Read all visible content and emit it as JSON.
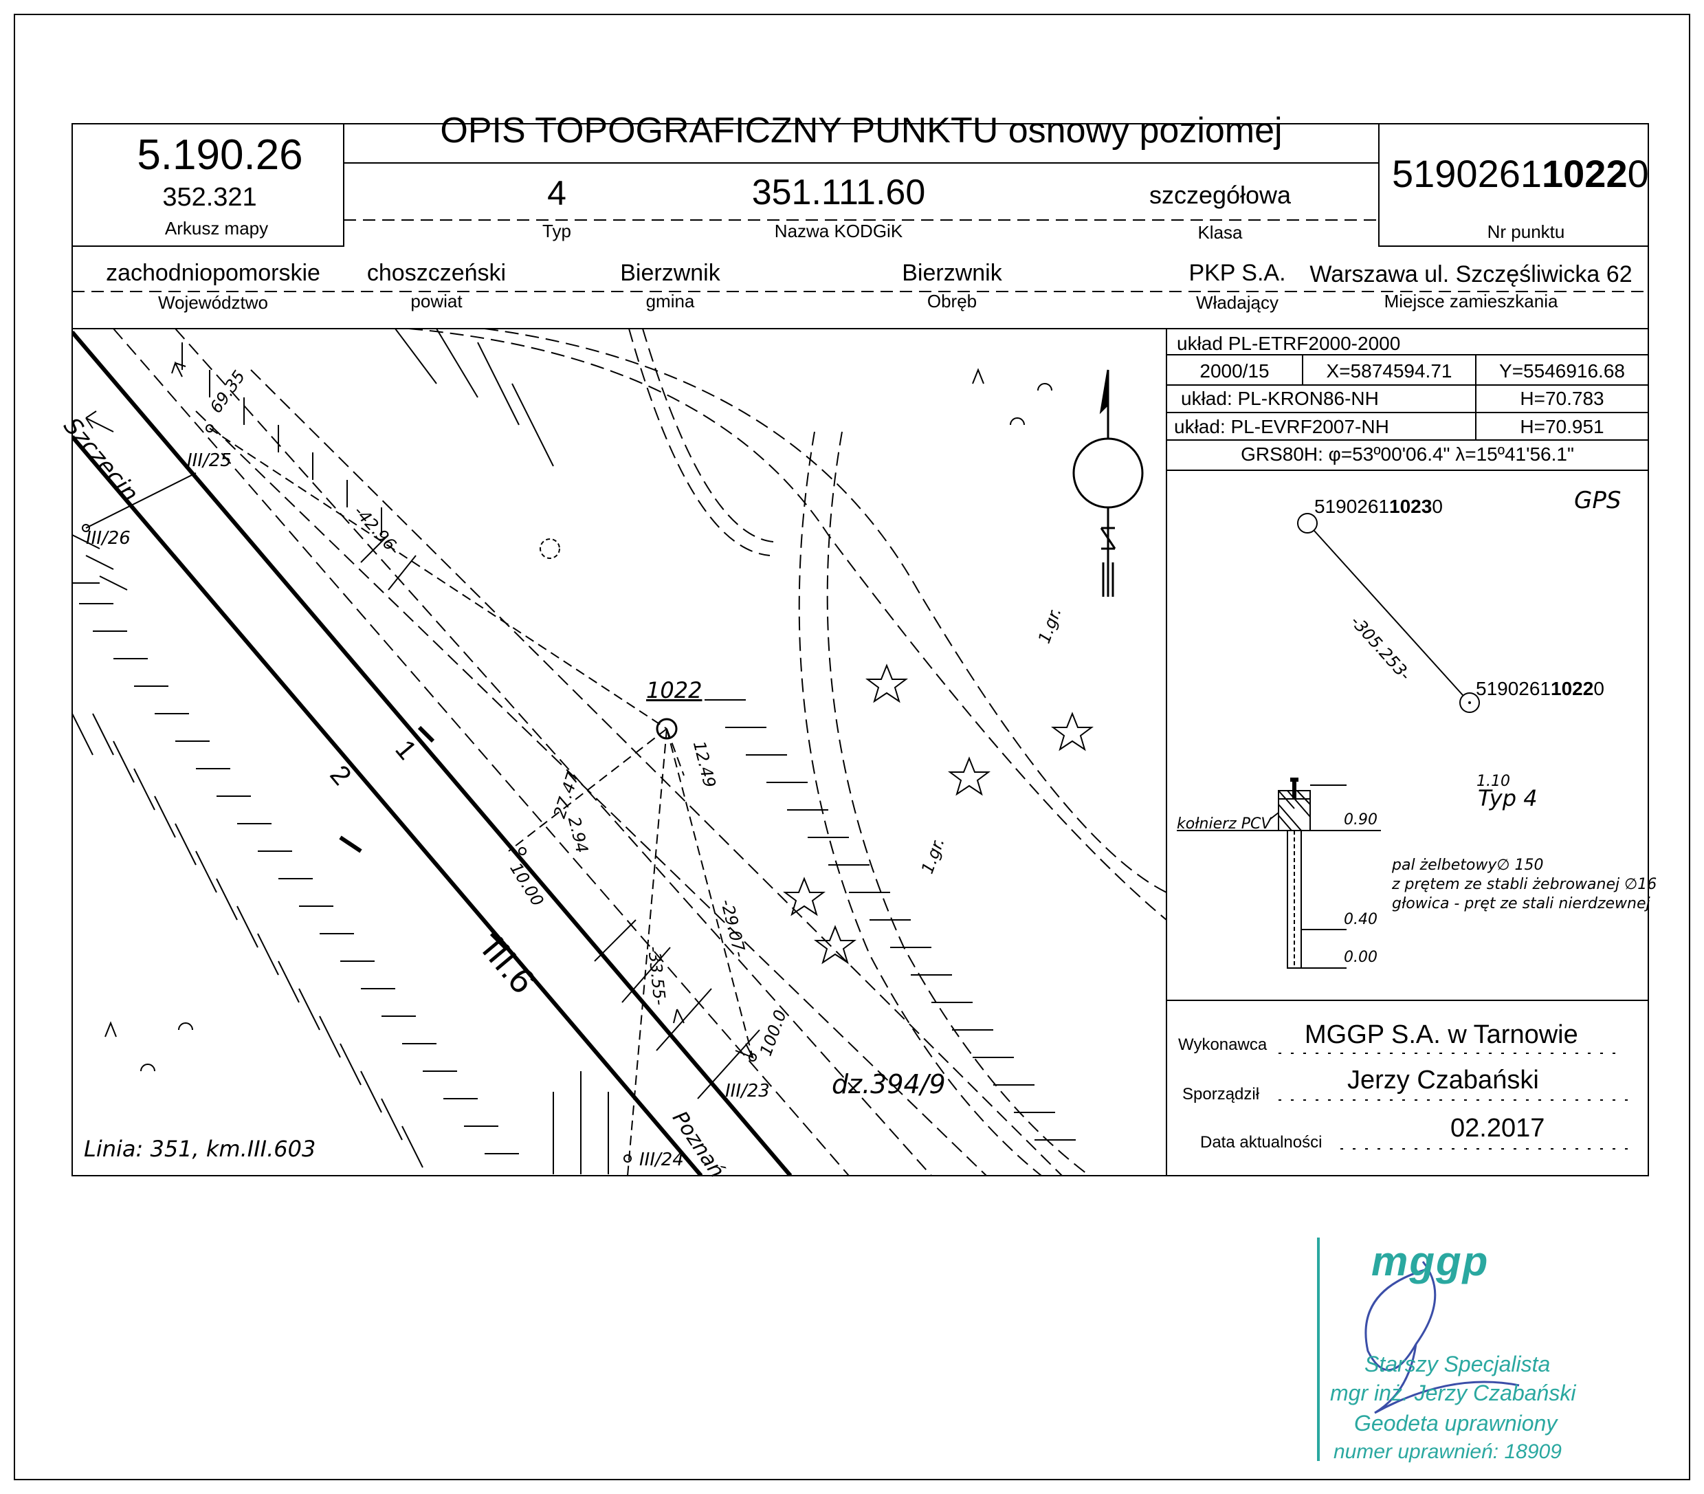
{
  "header": {
    "title": "OPIS TOPOGRAFICZNY PUNKTU osnowy poziomej",
    "sheet_number": "5.190.26",
    "sheet_sub": "352.321",
    "sheet_label": "Arkusz mapy",
    "typ_value": "4",
    "typ_label": "Typ",
    "kodgik_value": "351.111.60",
    "kodgik_label": "Nazwa KODGiK",
    "klasa_value": "szczegółowa",
    "klasa_label": "Klasa",
    "point_prefix": "5190261",
    "point_bold": "1022",
    "point_suffix": "0",
    "point_label": "Nr punktu"
  },
  "admin": {
    "wojewodztwo_value": "zachodniopomorskie",
    "wojewodztwo_label": "Województwo",
    "powiat_value": "choszczeński",
    "powiat_label": "powiat",
    "gmina_value": "Bierzwnik",
    "gmina_label": "gmina",
    "obreb_value": "Bierzwnik",
    "obreb_label": "Obręb",
    "wladajacy_value": "PKP S.A.",
    "wladajacy_label": "Władający",
    "miejsce_value": "Warszawa ul. Szczęśliwicka 62",
    "miejsce_label": "Miejsce zamieszkania"
  },
  "coords": {
    "system_title": "układ PL-ETRF2000-2000",
    "zone": "2000/15",
    "x": "X=5874594.71",
    "y": "Y=5546916.68",
    "kron_label": "układ: PL-KRON86-NH",
    "kron_h": "H=70.783",
    "evrf_label": "układ: PL-EVRF2007-NH",
    "evrf_h": "H=70.951",
    "grs": "GRS80H: φ=53º00'06.4\" λ=15º41'56.1\""
  },
  "gps": {
    "label": "GPS",
    "p1_prefix": "5190261",
    "p1_bold": "1023",
    "p1_suffix": "0",
    "distance": "-305.253-",
    "p2_prefix": "5190261",
    "p2_bold": "1022",
    "p2_suffix": "0"
  },
  "monument": {
    "type_label": "Typ 4",
    "kolnierz": "kołnierz PCV",
    "h_110": "1.10",
    "h_090": "0.90",
    "h_040": "0.40",
    "h_000": "0.00",
    "desc_1": "pal żelbetowy∅ 150",
    "desc_2": "z prętem ze stabli żebrowanej ∅16",
    "desc_3": "głowica - pręt ze stali nierdzewnej"
  },
  "footer": {
    "wykonawca_label": "Wykonawca",
    "wykonawca_value": "MGGP S.A.  w Tarnowie",
    "sporzadzil_label": "Sporządził",
    "sporzadzil_value": "Jerzy Czabański",
    "data_label": "Data aktualności",
    "data_value": "02.2017"
  },
  "map": {
    "point_name": "1022",
    "szczecin": "Szczecin",
    "poznan": "Poznań",
    "track_1": "1",
    "track_2": "2",
    "km_label": "III.6",
    "parcel": "dz.394/9",
    "line_info": "Linia: 351, km.III.603",
    "ref_iii25": "III/25",
    "ref_iii26": "III/26",
    "ref_iii23": "III/23",
    "ref_iii24": "III/24",
    "d_6935": "69.35",
    "d_4296": "-42.96-",
    "d_2747": "27.47",
    "d_294": "2.94",
    "d_1249": "12.49",
    "d_1000": "10.00",
    "d_2907": "-29.07-",
    "d_3355": "-33.55-",
    "d_1000b": "100.0",
    "d_igr1": "1.gr.",
    "d_igr2": "1.gr."
  },
  "stamp": {
    "logo": "mggp",
    "line1": "Starszy Specjalista",
    "line2": "mgr inż. Jerzy Czabański",
    "line3": "Geodeta uprawniony",
    "line4": "numer uprawnień: 18909"
  }
}
